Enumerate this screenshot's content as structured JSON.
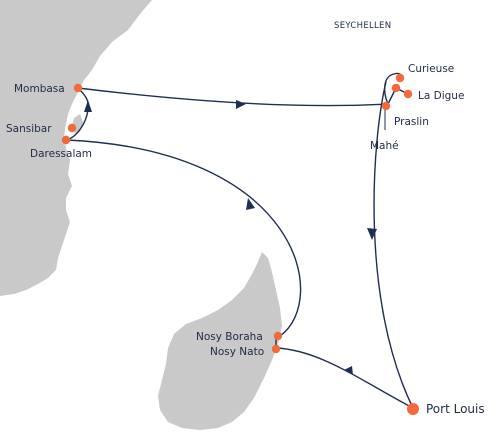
{
  "colors": {
    "land": "#c9c9c9",
    "sea": "#ffffff",
    "route": "#1f2f52",
    "port": "#f26a3a",
    "label": "#1f2a44",
    "connector": "#1f2f52"
  },
  "region_label": "SEYCHELLEN",
  "ports": [
    {
      "id": "mombasa",
      "name": "Mombasa"
    },
    {
      "id": "sansibar",
      "name": "Sansibar"
    },
    {
      "id": "daressalam",
      "name": "Daressalam"
    },
    {
      "id": "curieuse",
      "name": "Curieuse"
    },
    {
      "id": "la-digue",
      "name": "La Digue"
    },
    {
      "id": "praslin",
      "name": "Praslin"
    },
    {
      "id": "mahe",
      "name": "Mahé"
    },
    {
      "id": "nosy-boraha",
      "name": "Nosy Boraha"
    },
    {
      "id": "nosy-nato",
      "name": "Nosy Nato"
    },
    {
      "id": "port-louis",
      "name": "Port Louis"
    }
  ],
  "route_arrow_icon": "direction-arrow-icon"
}
